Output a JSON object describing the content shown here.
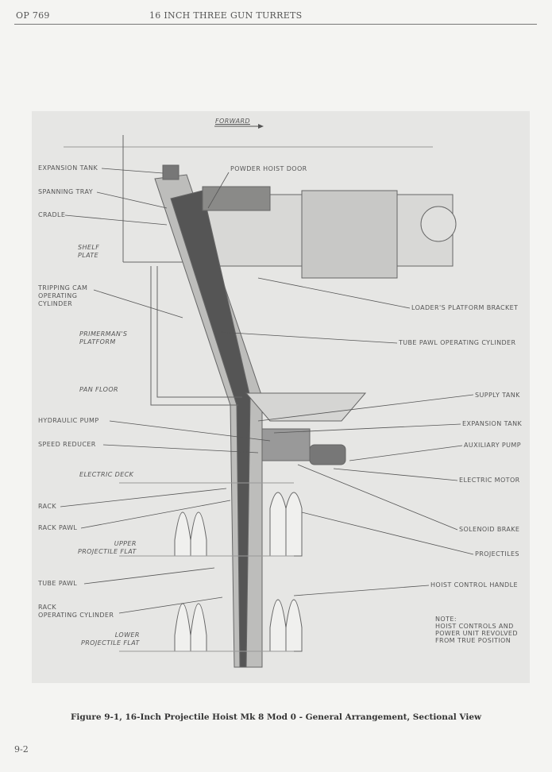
{
  "header": {
    "doc_id": "OP 769",
    "title": "16 INCH THREE GUN TURRETS"
  },
  "figure": {
    "forward": "FORWARD",
    "labels": {
      "expansion_tank_left": "EXPANSION TANK",
      "powder_hoist_door": "POWDER HOIST DOOR",
      "spanning_tray": "SPANNING TRAY",
      "cradle": "CRADLE",
      "shelf_plate": "SHELF\nPLATE",
      "tripping_cam": "TRIPPING CAM\nOPERATING\nCYLINDER",
      "loaders_platform_bracket": "LOADER'S PLATFORM BRACKET",
      "primermans_platform": "PRIMERMAN'S\nPLATFORM",
      "tube_pawl_operating_cylinder": "TUBE PAWL OPERATING CYLINDER",
      "pan_floor": "PAN FLOOR",
      "supply_tank": "SUPPLY TANK",
      "hydraulic_pump": "HYDRAULIC PUMP",
      "expansion_tank_right": "EXPANSION TANK",
      "speed_reducer": "SPEED REDUCER",
      "auxiliary_pump": "AUXILIARY PUMP",
      "electric_deck": "ELECTRIC DECK",
      "electric_motor": "ELECTRIC MOTOR",
      "rack": "RACK",
      "solenoid_brake": "SOLENOID BRAKE",
      "rack_pawl": "RACK PAWL",
      "upper_projectile_flat": "UPPER\nPROJECTILE FLAT",
      "projectiles": "PROJECTILES",
      "tube_pawl": "TUBE PAWL",
      "hoist_control_handle": "HOIST CONTROL HANDLE",
      "rack_operating_cylinder": "RACK\nOPERATING CYLINDER",
      "lower_projectile_flat": "LOWER\nPROJECTILE FLAT",
      "note": "NOTE:\nHOIST CONTROLS AND\nPOWER UNIT REVOLVED\nFROM TRUE POSITION"
    }
  },
  "caption": "Figure 9-1,  16-Inch Projectile Hoist Mk 8 Mod 0 - General Arrangement, Sectional View",
  "page_number": "9-2"
}
